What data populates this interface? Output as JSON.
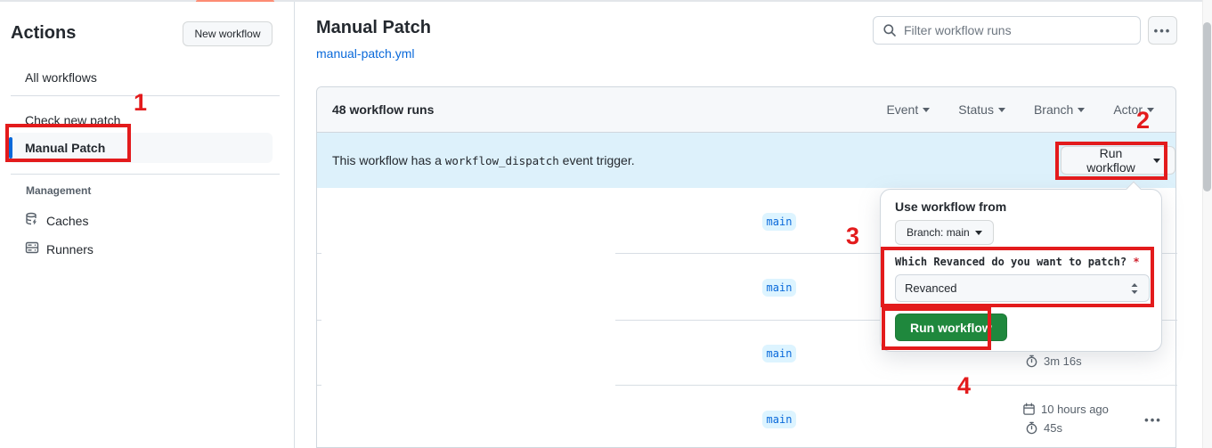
{
  "sidebar": {
    "title": "Actions",
    "new_workflow_button": "New workflow",
    "items": [
      {
        "label": "All workflows"
      },
      {
        "label": "Check new patch"
      },
      {
        "label": "Manual Patch",
        "selected": true
      }
    ],
    "management": {
      "title": "Management",
      "items": [
        {
          "label": "Caches",
          "icon": "database-icon"
        },
        {
          "label": "Runners",
          "icon": "server-icon"
        }
      ]
    }
  },
  "header": {
    "title": "Manual Patch",
    "file_link": "manual-patch.yml",
    "filter_placeholder": "Filter workflow runs",
    "kebab_icon": "kebab-horizontal-icon",
    "search_icon": "search-icon"
  },
  "table": {
    "count_label": "48 workflow runs",
    "filters": [
      {
        "label": "Event"
      },
      {
        "label": "Status"
      },
      {
        "label": "Branch"
      },
      {
        "label": "Actor"
      }
    ],
    "banner": {
      "text_before": "This workflow has a ",
      "code": "workflow_dispatch",
      "text_after": " event trigger.",
      "run_button": "Run workflow"
    },
    "rows": [
      {
        "branch": "main"
      },
      {
        "branch": "main"
      },
      {
        "branch": "main",
        "duration": "3m 16s"
      },
      {
        "branch": "main",
        "time": "10 hours ago",
        "duration": "45s"
      }
    ]
  },
  "popup": {
    "use_from_label": "Use workflow from",
    "branch_button": "Branch: main",
    "input_label": "Which Revanced do you want to patch?",
    "required_marker": "*",
    "select_value": "Revanced",
    "run_button": "Run workflow"
  },
  "annotations": {
    "step1": "1",
    "step2": "2",
    "step3": "3",
    "step4": "4"
  },
  "colors": {
    "accent_blue": "#0969da",
    "banner_bg": "#ddf1fb",
    "badge_bg": "#ddf4ff",
    "button_bg": "#f6f8fa",
    "green_button": "#1f883d",
    "annotation_red": "#e31b1c",
    "tab_underline_orange": "#fd8c73",
    "text_primary": "#24292f",
    "text_secondary": "#57606a",
    "border": "#d0d7de"
  }
}
